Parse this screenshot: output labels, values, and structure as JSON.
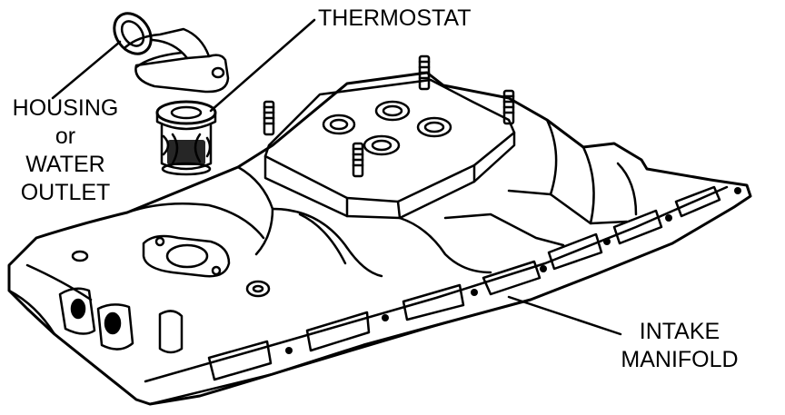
{
  "labels": {
    "thermostat": "THERMOSTAT",
    "housing": [
      "HOUSING",
      "or",
      "WATER",
      "OUTLET"
    ],
    "intake": [
      "INTAKE",
      "MANIFOLD"
    ]
  },
  "colors": {
    "ink": "#000000",
    "paper": "#ffffff"
  }
}
